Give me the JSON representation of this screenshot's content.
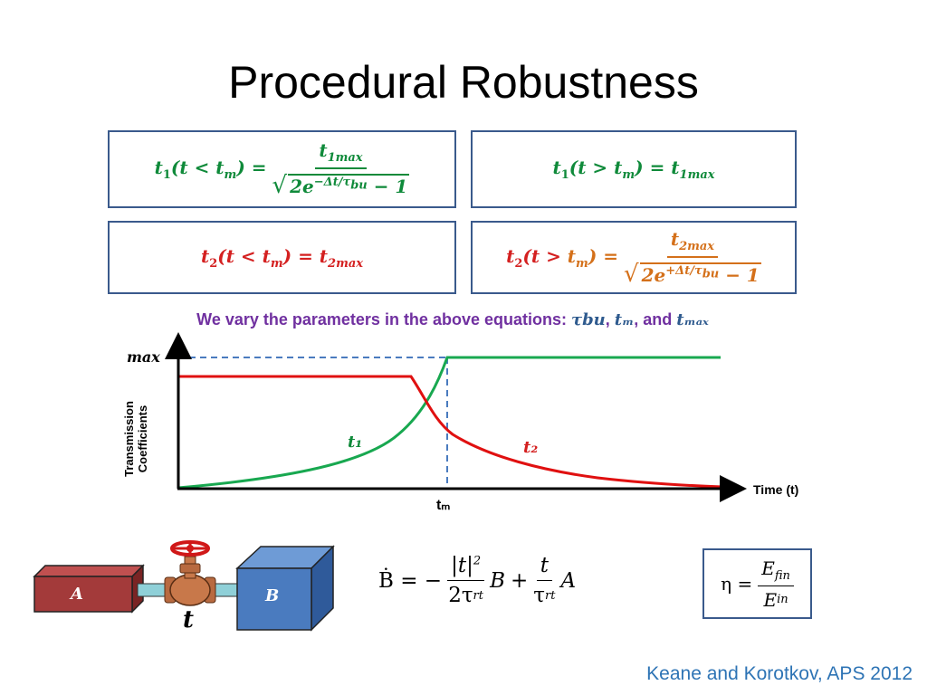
{
  "title": "Procedural Robustness",
  "equations": {
    "eq1": {
      "lhs": "t₁(t < tₘ) =",
      "numerator": "t₁ₘₐₓ",
      "denominator": "2e^{−Δt/τbu} − 1"
    },
    "eq2": {
      "text": "t₁(t > tₘ) = t₁ₘₐₓ"
    },
    "eq3": {
      "text": "t₂(t < tₘ) = t₂ₘₐₓ"
    },
    "eq4": {
      "lhs_a": "t₂(t > ",
      "lhs_b": "tₘ) =",
      "numerator": "t₂ₘₐₓ",
      "denominator": "2e^{+Δt/τbu} − 1"
    }
  },
  "vary_text": "We vary the parameters in the above equations:",
  "vary_params": [
    "τbu",
    "tₘ",
    "tₘₐₓ"
  ],
  "vary_and": "and",
  "chart_data": {
    "type": "line",
    "y_tick_label": "max",
    "ylabel": "Transmission Coefficients",
    "xlabel": "Time (t)",
    "x_marker_label": "tₘ",
    "series": [
      {
        "name": "t₁",
        "color": "#18a850",
        "shape": "rises gradually to max at tₘ, then constant"
      },
      {
        "name": "t₂",
        "color": "#e01010",
        "shape": "constant below max until just before tₘ, then decays"
      }
    ]
  },
  "diagram": {
    "box_a": "A",
    "box_b": "B",
    "valve_label": "t",
    "colors": {
      "box_a": "#a33a3a",
      "box_b": "#4a7bbf",
      "pipe": "#8fd0d8",
      "valve": "#c8784a"
    }
  },
  "equation_bdot": {
    "lhs": "Ḃ = −",
    "frac1_num": "|t|²",
    "frac1_den": "2τrt",
    "mid": "B +",
    "frac2_num": "t",
    "frac2_den": "τrt",
    "end": "A"
  },
  "equation_eta": {
    "lhs": "η =",
    "num": "Efin",
    "den": "Ein"
  },
  "citation": "Keane and Korotkov, APS 2012"
}
